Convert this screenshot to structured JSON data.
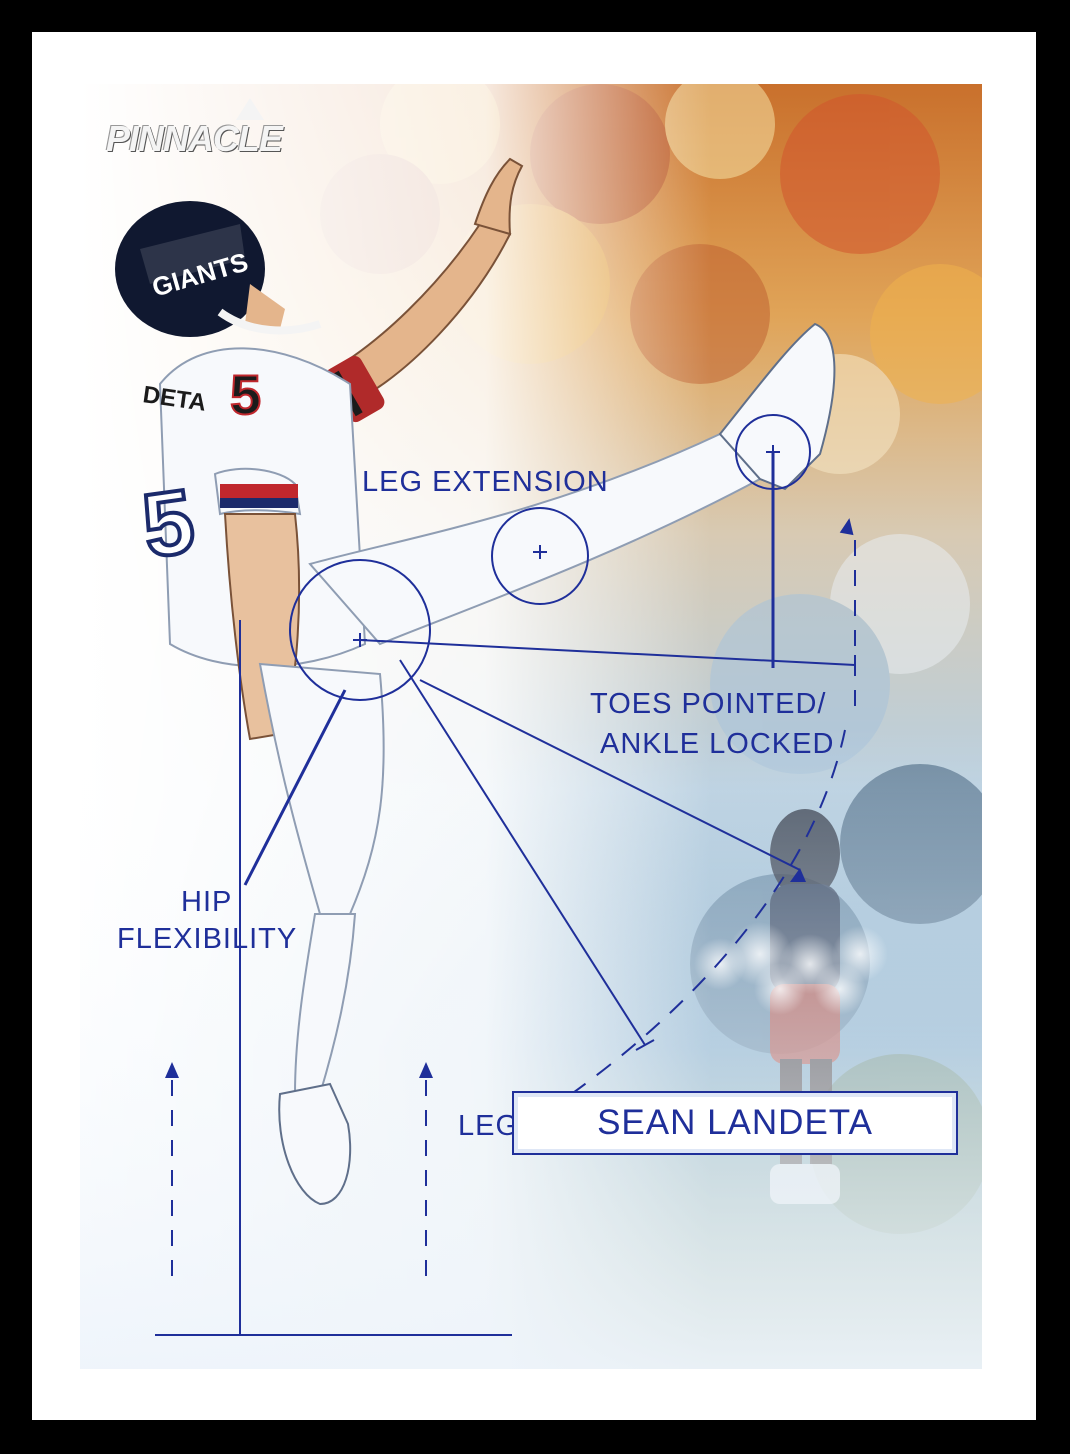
{
  "card": {
    "brand": "PINNACLE",
    "player_name": "SEAN LANDETA"
  },
  "photo": {
    "helmet_text": "GIANTS",
    "jersey_number": "5",
    "jersey_name": "DETA"
  },
  "annotations": {
    "leg_extension": "LEG EXTENSION",
    "toes_line1": "TOES POINTED/",
    "toes_line2": "ANKLE LOCKED",
    "hip_line1": "HIP",
    "hip_line2": "FLEXIBILITY",
    "leg_speed": "LEG SPEED"
  },
  "colors": {
    "ink": "#1f2f9a",
    "card_border": "#000000",
    "card_white": "#ffffff",
    "jersey_blue": "#1b2a6b",
    "jersey_red": "#c0272d"
  }
}
